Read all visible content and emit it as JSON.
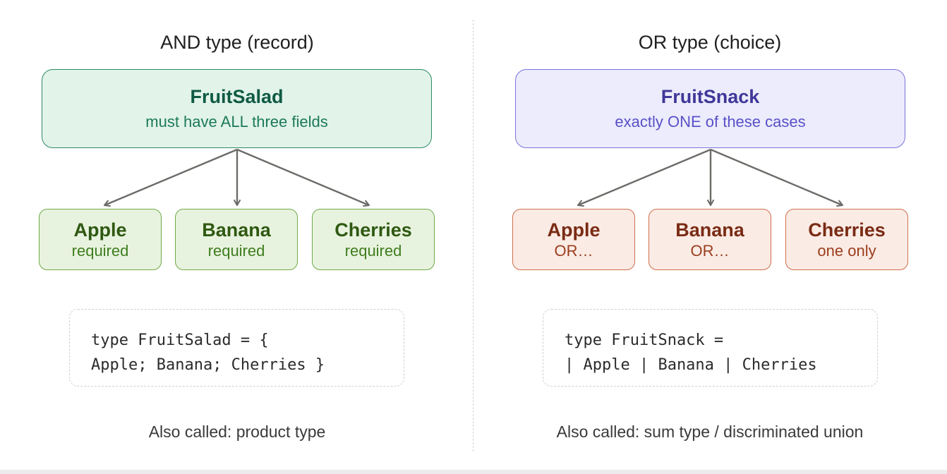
{
  "and_panel": {
    "title": "AND type (record)",
    "main_name": "FruitSalad",
    "main_sub": "must have ALL three fields",
    "leaves": [
      {
        "name": "Apple",
        "sub": "required"
      },
      {
        "name": "Banana",
        "sub": "required"
      },
      {
        "name": "Cherries",
        "sub": "required"
      }
    ],
    "code_lines": [
      "type FruitSalad = {",
      "Apple; Banana; Cherries }"
    ],
    "note": "Also called: product type"
  },
  "or_panel": {
    "title": "OR type (choice)",
    "main_name": "FruitSnack",
    "main_sub": "exactly ONE of these cases",
    "leaves": [
      {
        "name": "Apple",
        "sub": "OR…"
      },
      {
        "name": "Banana",
        "sub": "OR…"
      },
      {
        "name": "Cherries",
        "sub": "one only"
      }
    ],
    "code_lines": [
      "type FruitSnack =",
      "| Apple | Banana | Cherries"
    ],
    "note": "Also called: sum type / discriminated union"
  },
  "colors": {
    "and_main_fill": "#e2f3ea",
    "and_leaf_fill": "#e8f3df",
    "or_main_fill": "#ececfc",
    "or_leaf_fill": "#fbebe5",
    "arrow": "#6b6b68"
  }
}
